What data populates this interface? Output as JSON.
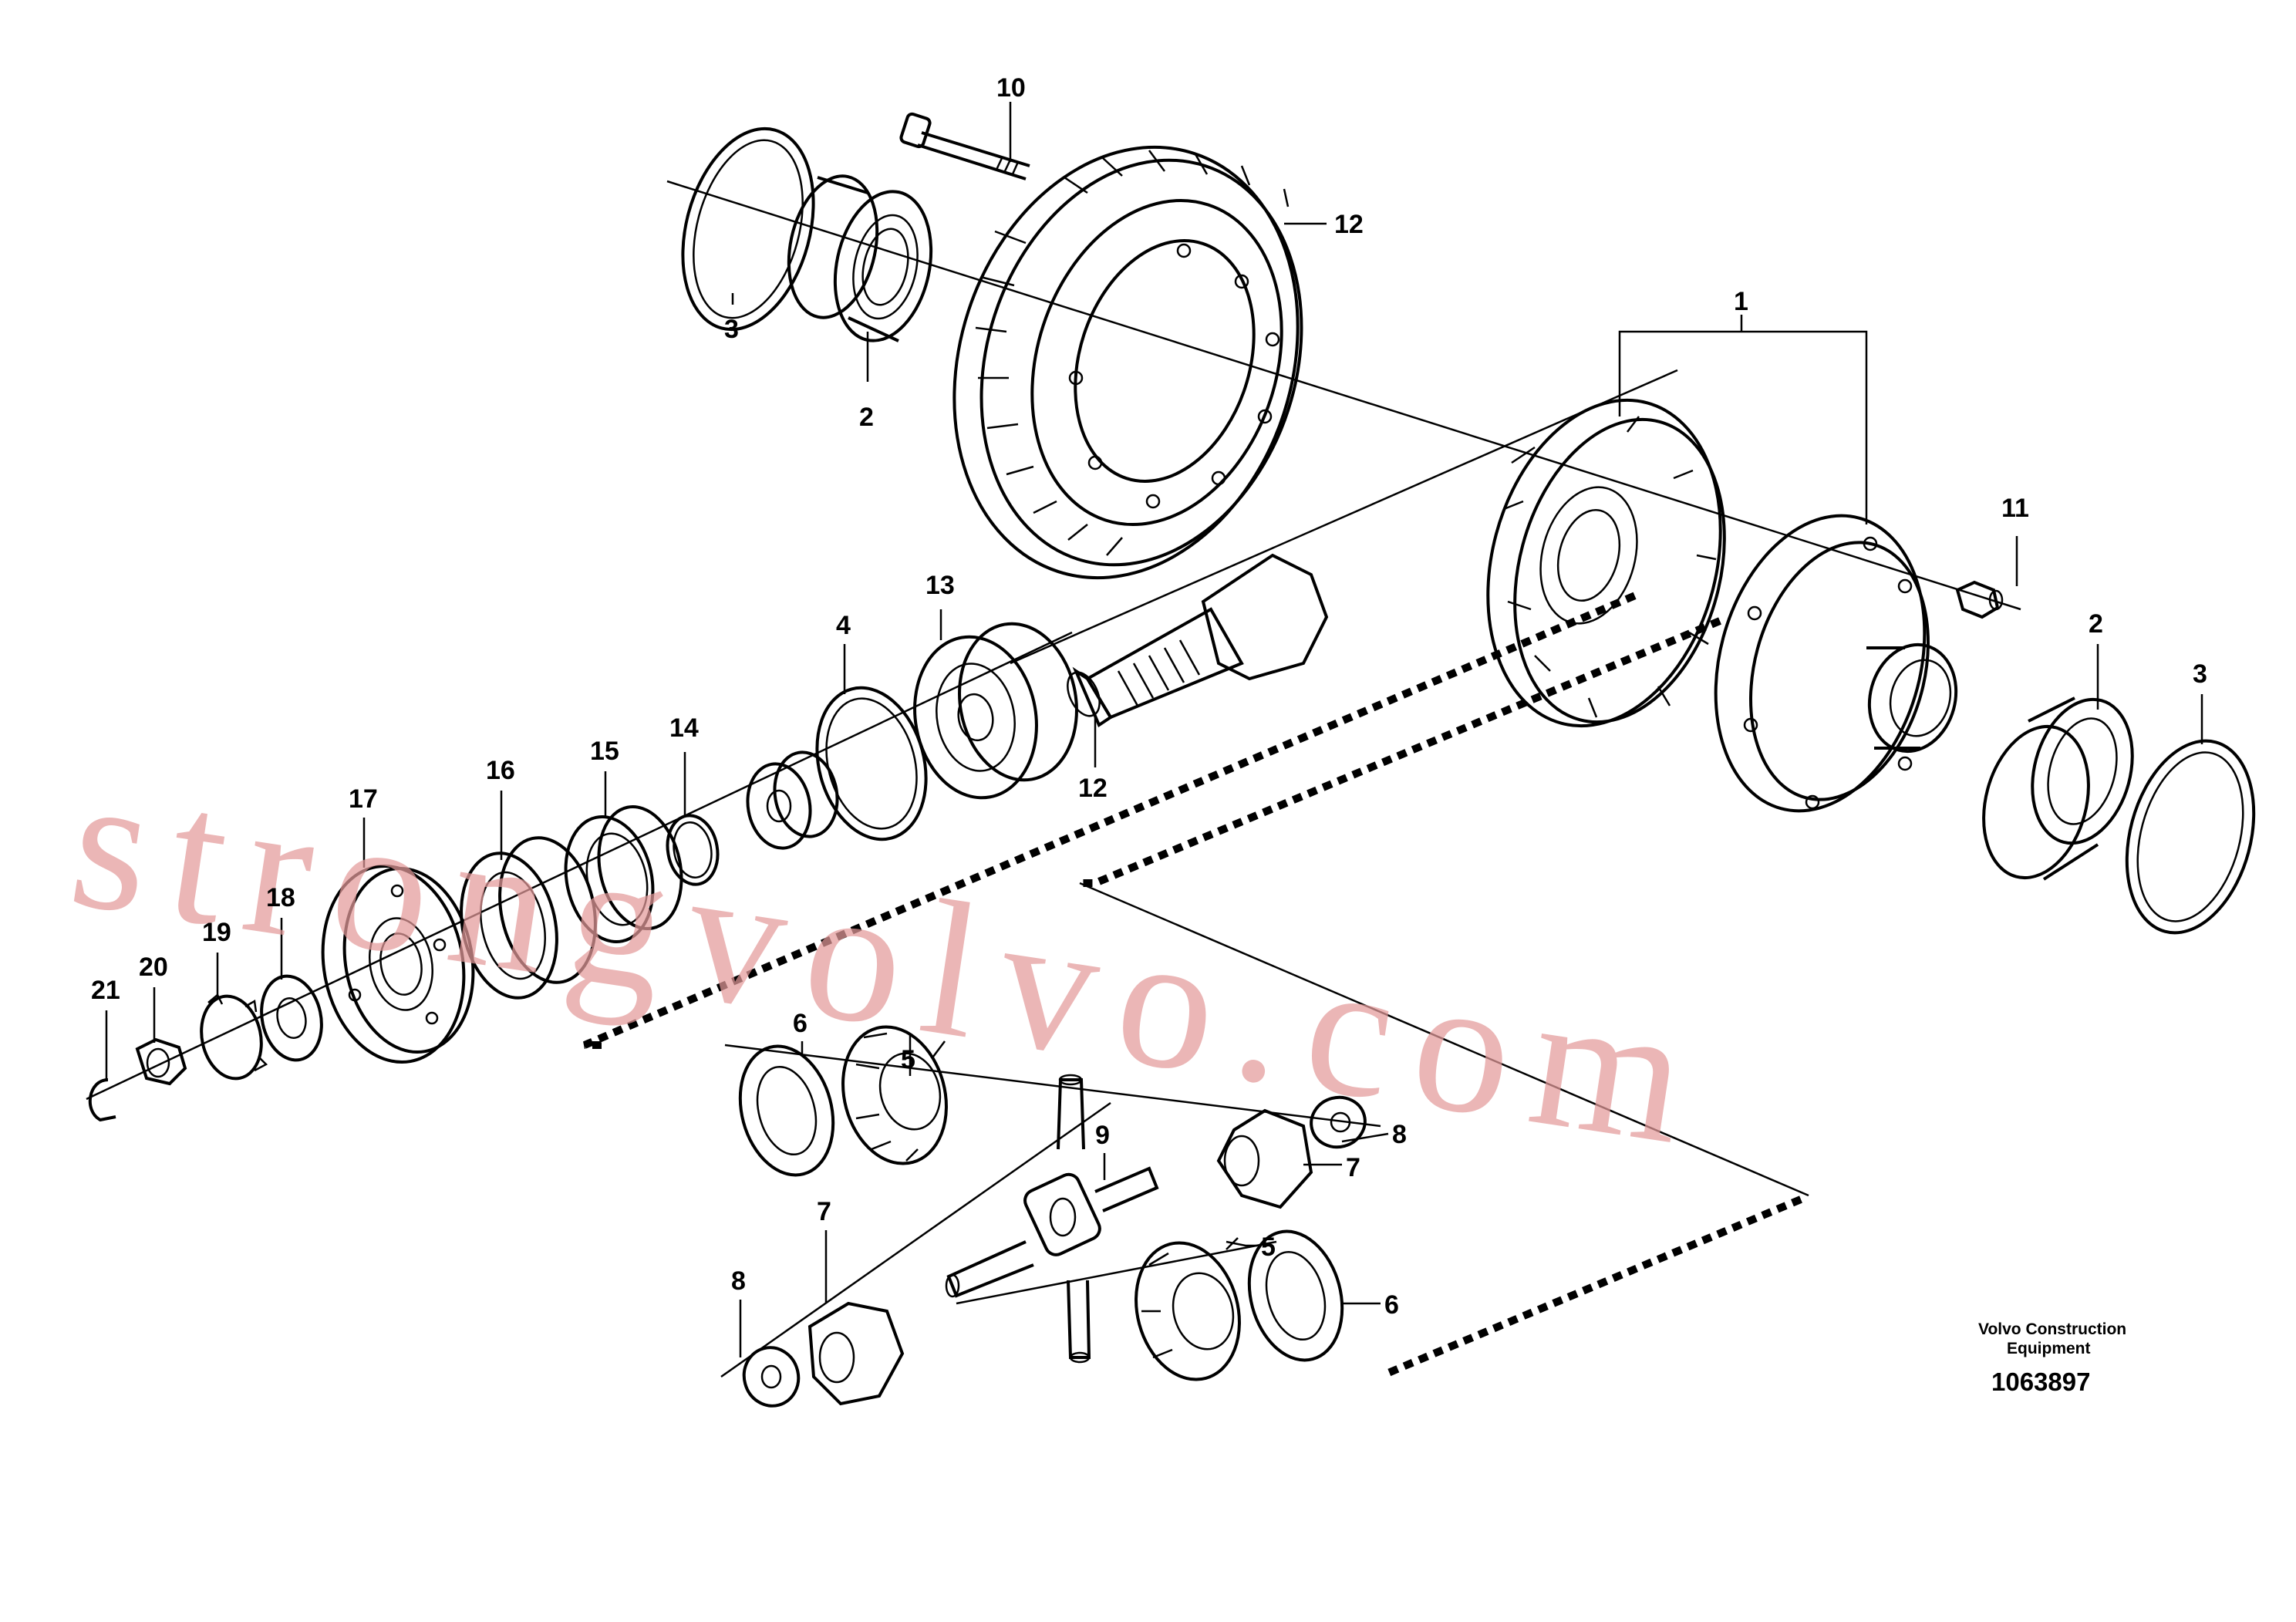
{
  "diagram": {
    "caption_lines": [
      "Volvo Construction",
      "Equipment"
    ],
    "drawing_number": "1063897",
    "watermark": "strongvolvo.com",
    "callouts": [
      {
        "id": "c-10",
        "text": "10"
      },
      {
        "id": "c-12a",
        "text": "12"
      },
      {
        "id": "c-1",
        "text": "1"
      },
      {
        "id": "c-3a",
        "text": "3"
      },
      {
        "id": "c-2a",
        "text": "2"
      },
      {
        "id": "c-11",
        "text": "11"
      },
      {
        "id": "c-2b",
        "text": "2"
      },
      {
        "id": "c-3b",
        "text": "3"
      },
      {
        "id": "c-13",
        "text": "13"
      },
      {
        "id": "c-4",
        "text": "4"
      },
      {
        "id": "c-12b",
        "text": "12"
      },
      {
        "id": "c-15",
        "text": "15"
      },
      {
        "id": "c-14",
        "text": "14"
      },
      {
        "id": "c-16",
        "text": "16"
      },
      {
        "id": "c-17",
        "text": "17"
      },
      {
        "id": "c-18",
        "text": "18"
      },
      {
        "id": "c-19",
        "text": "19"
      },
      {
        "id": "c-20",
        "text": "20"
      },
      {
        "id": "c-21",
        "text": "21"
      },
      {
        "id": "c-6a",
        "text": "6"
      },
      {
        "id": "c-5a",
        "text": "5"
      },
      {
        "id": "c-9",
        "text": "9"
      },
      {
        "id": "c-8a",
        "text": "8"
      },
      {
        "id": "c-7a",
        "text": "7"
      },
      {
        "id": "c-7b",
        "text": "7"
      },
      {
        "id": "c-5b",
        "text": "5"
      },
      {
        "id": "c-8b",
        "text": "8"
      },
      {
        "id": "c-6b",
        "text": "6"
      }
    ]
  }
}
